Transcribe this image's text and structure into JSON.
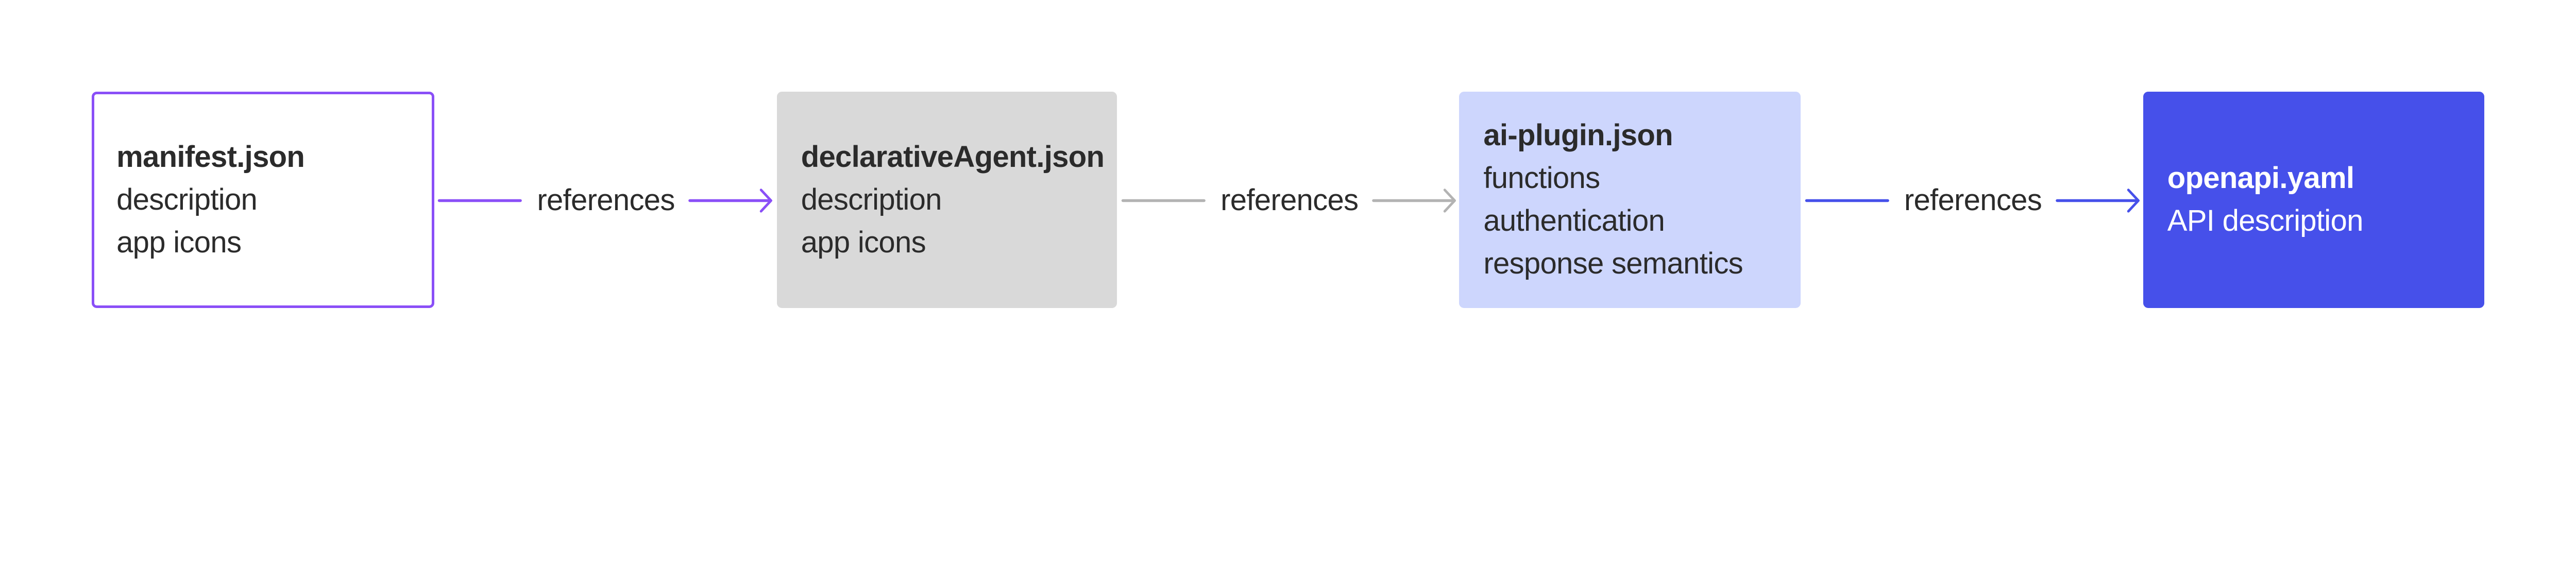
{
  "colors": {
    "manifest_border": "#8a4ff7",
    "declarative_fill": "#d9d9d9",
    "plugin_fill": "#cdd6fd",
    "openapi_fill": "#4650ea",
    "arrow_purple": "#8a4ff7",
    "arrow_gray": "#b3b3b3",
    "arrow_blue": "#4650ea"
  },
  "nodes": [
    {
      "title": "manifest.json",
      "lines": [
        "description",
        "app icons"
      ]
    },
    {
      "title": "declarativeAgent.json",
      "lines": [
        "description",
        "app icons"
      ]
    },
    {
      "title": "ai-plugin.json",
      "lines": [
        "functions",
        "authentication",
        "response semantics"
      ]
    },
    {
      "title": "openapi.yaml",
      "lines": [
        "API description"
      ]
    }
  ],
  "edges": [
    {
      "from": "manifest.json",
      "to": "declarativeAgent.json",
      "label": "references"
    },
    {
      "from": "declarativeAgent.json",
      "to": "ai-plugin.json",
      "label": "references"
    },
    {
      "from": "ai-plugin.json",
      "to": "openapi.yaml",
      "label": "references"
    }
  ]
}
